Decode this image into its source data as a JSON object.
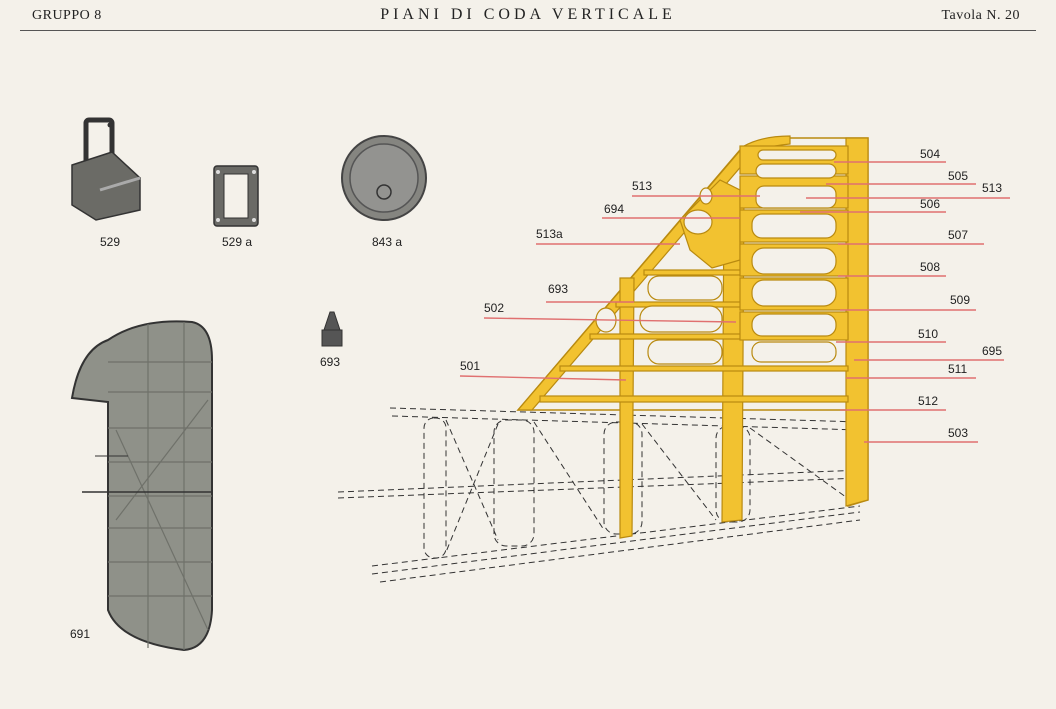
{
  "header": {
    "group": "GRUPPO 8",
    "title": "PIANI DI CODA VERTICALE",
    "plate": "Tavola N. 20"
  },
  "parts": {
    "p529": "529",
    "p529a": "529 a",
    "p843a": "843 a",
    "p693": "693",
    "p691": "691"
  },
  "colors": {
    "frame": "#f2c230",
    "frame_edge": "#b98a10",
    "leader": "#e07070",
    "paper": "#f4f1ea",
    "rudder": "#8f9189"
  },
  "labels": {
    "l504": "504",
    "l505": "505",
    "l513r": "513",
    "l506": "506",
    "l507": "507",
    "l508": "508",
    "l509": "509",
    "l510": "510",
    "l695": "695",
    "l511": "511",
    "l512": "512",
    "l503": "503",
    "l513": "513",
    "l694": "694",
    "l513a": "513a",
    "l693": "693",
    "l502": "502",
    "l501": "501"
  }
}
